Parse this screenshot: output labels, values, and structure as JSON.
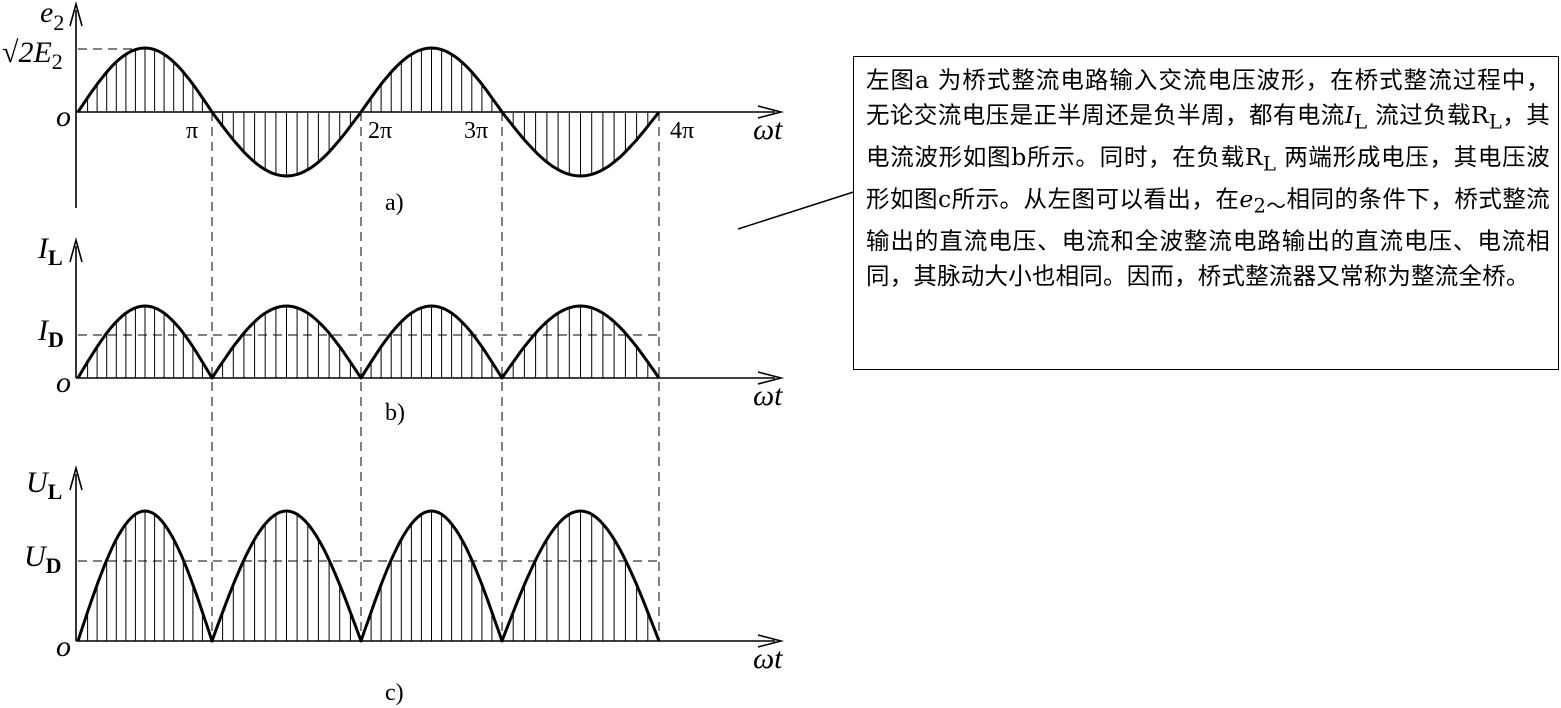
{
  "colors": {
    "ink": "#000000",
    "background": "#ffffff"
  },
  "figure": {
    "periods_shown": 4,
    "panels": [
      {
        "id": "a",
        "caption": "a)",
        "y_axis_label": "e",
        "y_axis_label_sub": "2",
        "y_level_label": "√2E",
        "y_level_label_sub": "2",
        "x_axis_label": "ωt",
        "origin_label": "o",
        "x_tick_labels": [
          "π",
          "2π",
          "3π",
          "4π"
        ],
        "waveform": "sine",
        "amplitude": 1
      },
      {
        "id": "b",
        "caption": "b)",
        "y_axis_label": "I",
        "y_axis_label_sub": "L",
        "y_level_label": "I",
        "y_level_label_sub": "D",
        "level_fraction": 0.637,
        "x_axis_label": "ωt",
        "origin_label": "o",
        "waveform": "full-wave rectified",
        "amplitude": 1
      },
      {
        "id": "c",
        "caption": "c)",
        "y_axis_label": "U",
        "y_axis_label_sub": "L",
        "y_level_label": "U",
        "y_level_label_sub": "D",
        "level_fraction": 0.637,
        "x_axis_label": "ωt",
        "origin_label": "o",
        "waveform": "full-wave rectified",
        "amplitude": 1
      }
    ]
  },
  "note": {
    "t1": "左图a 为桥式整流电路输入交流电压波形，在桥式整流过程中，无论交流电压是正半周还是负半周，都有电流",
    "il": "I",
    "il_sub": "L",
    "t2": " 流过负载R",
    "rl1_sub": "L",
    "t3": "，其电流波形如图b所示。同时，在负载R",
    "rl2_sub": "L",
    "t4": " 两端形成电压，其电压波形如图c所示。从左图可以看出，在",
    "e2": "e",
    "e2_sub": "2～",
    "t5": "相同的条件下，桥式整流输出的直流电压、电流和全波整流电路输出的直流电压、电流相同，其脉动大小也相同。因而，桥式整流器又常称为整流全桥。"
  }
}
